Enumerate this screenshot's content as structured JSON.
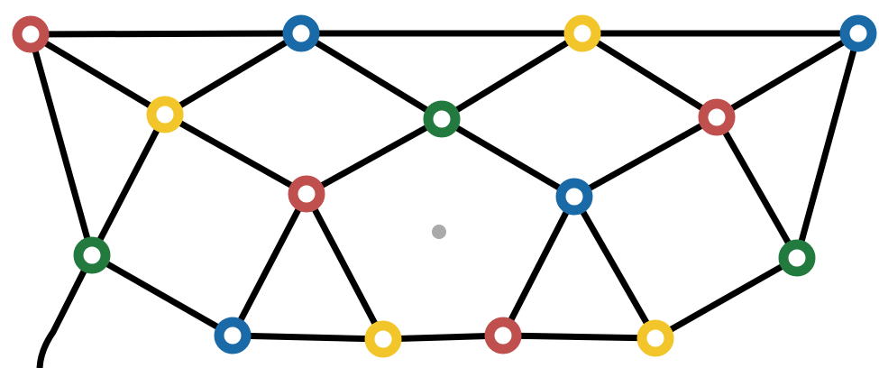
{
  "graph": {
    "description_visible_text": "",
    "palette": {
      "red": "#c0504d",
      "blue": "#1a6aa8",
      "yellow": "#f2c62b",
      "green": "#237a3f",
      "edge": "#000000",
      "center_dot": "#aaaaaa",
      "fill": "#ffffff"
    },
    "nodes": [
      {
        "id": "n0",
        "color": "red"
      },
      {
        "id": "n1",
        "color": "blue"
      },
      {
        "id": "n2",
        "color": "yellow"
      },
      {
        "id": "n3",
        "color": "blue"
      },
      {
        "id": "n4",
        "color": "yellow"
      },
      {
        "id": "n5",
        "color": "green"
      },
      {
        "id": "n6",
        "color": "red"
      },
      {
        "id": "n7",
        "color": "red"
      },
      {
        "id": "n8",
        "color": "blue"
      },
      {
        "id": "n9",
        "color": "green"
      },
      {
        "id": "n10",
        "color": "green"
      },
      {
        "id": "n11",
        "color": "blue"
      },
      {
        "id": "n12",
        "color": "yellow"
      },
      {
        "id": "n13",
        "color": "red"
      },
      {
        "id": "n14",
        "color": "yellow"
      }
    ],
    "edges": [
      [
        "n0",
        "n1"
      ],
      [
        "n1",
        "n2"
      ],
      [
        "n2",
        "n3"
      ],
      [
        "n0",
        "n4"
      ],
      [
        "n0",
        "n9"
      ],
      [
        "n1",
        "n4"
      ],
      [
        "n1",
        "n5"
      ],
      [
        "n2",
        "n5"
      ],
      [
        "n2",
        "n6"
      ],
      [
        "n3",
        "n6"
      ],
      [
        "n3",
        "n10"
      ],
      [
        "n4",
        "n9"
      ],
      [
        "n4",
        "n7"
      ],
      [
        "n5",
        "n7"
      ],
      [
        "n5",
        "n8"
      ],
      [
        "n6",
        "n8"
      ],
      [
        "n6",
        "n10"
      ],
      [
        "n7",
        "n11"
      ],
      [
        "n7",
        "n12"
      ],
      [
        "n8",
        "n13"
      ],
      [
        "n8",
        "n14"
      ],
      [
        "n9",
        "n11"
      ],
      [
        "n11",
        "n12"
      ],
      [
        "n12",
        "n13"
      ],
      [
        "n13",
        "n14"
      ],
      [
        "n14",
        "n10"
      ]
    ]
  }
}
